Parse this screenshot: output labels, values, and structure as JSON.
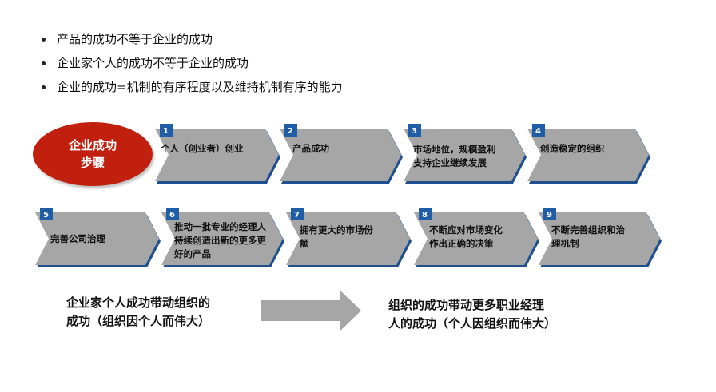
{
  "bullets": [
    "产品的成功不等于企业的成功",
    "企业家个人的成功不等于企业的成功",
    "企业的成功=机制的有序程度以及维持机制有序的能力"
  ],
  "oval": {
    "line1": "企业成功",
    "line2": "步骤"
  },
  "steps": [
    {
      "num": "1",
      "lines": [
        "个人（创业者）创业"
      ]
    },
    {
      "num": "2",
      "lines": [
        "产品成功"
      ]
    },
    {
      "num": "3",
      "lines": [
        "市场地位，规模盈利",
        "支持企业继续发展"
      ]
    },
    {
      "num": "4",
      "lines": [
        "创造稳定的组织"
      ]
    },
    {
      "num": "5",
      "lines": [
        "完善公司治理"
      ]
    },
    {
      "num": "6",
      "lines": [
        "推动一批专业的经理人",
        "持续创造出新的更多更",
        "好的产品"
      ]
    },
    {
      "num": "7",
      "lines": [
        "拥有更大的市场份",
        "额"
      ]
    },
    {
      "num": "8",
      "lines": [
        "不断应对市场变化",
        "作出正确的决策"
      ]
    },
    {
      "num": "9",
      "lines": [
        "不断完善组织和治",
        "理机制"
      ]
    }
  ],
  "bottom": {
    "left": [
      "企业家个人成功带动组织的",
      "成功（组织因个人而伟大）"
    ],
    "right": [
      "组织的成功带动更多职业经理",
      "人的成功（个人因组织而伟大）"
    ]
  },
  "colors": {
    "oval": "#c1200e",
    "chevron": "#a6a6a6",
    "badge": "#1f5da6",
    "arrow": "#a6a6a6"
  }
}
